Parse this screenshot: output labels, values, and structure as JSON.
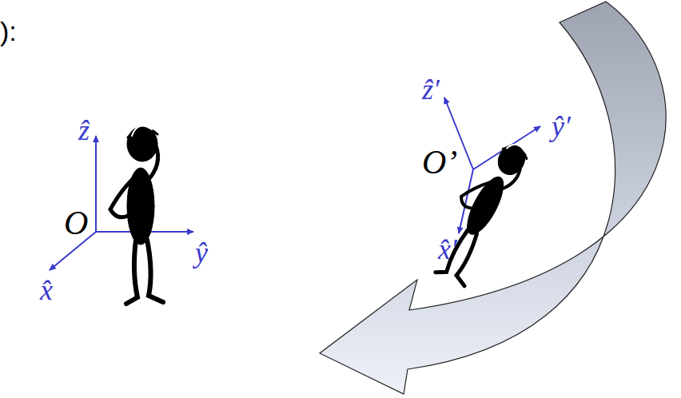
{
  "diagram": {
    "labels": [
      "):",
      "ẑ",
      "O",
      "ŷ",
      "x̂",
      "ẑ′",
      "O’",
      "ŷ′",
      "x̂′"
    ]
  }
}
